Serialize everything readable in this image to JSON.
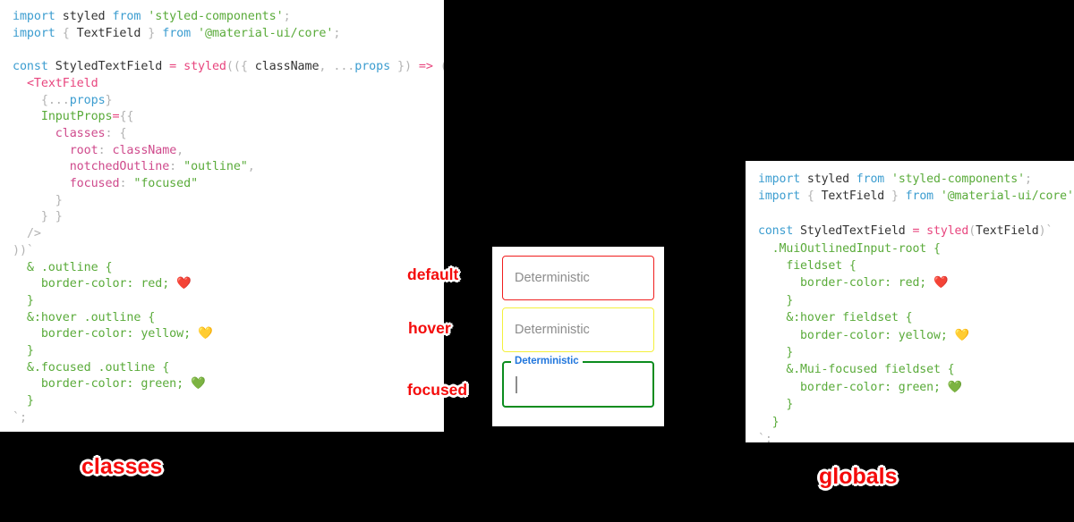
{
  "panels": {
    "classes": {
      "title": "classes",
      "lines": [
        [
          {
            "t": "import ",
            "c": "t-kw"
          },
          {
            "t": "styled",
            "c": "t-id"
          },
          {
            "t": " from ",
            "c": "t-kw"
          },
          {
            "t": "'styled-components'",
            "c": "t-str"
          },
          {
            "t": ";",
            "c": "t-punct"
          }
        ],
        [
          {
            "t": "import ",
            "c": "t-kw"
          },
          {
            "t": "{",
            "c": "t-punct"
          },
          {
            "t": " TextField ",
            "c": "t-id"
          },
          {
            "t": "}",
            "c": "t-punct"
          },
          {
            "t": " from ",
            "c": "t-kw"
          },
          {
            "t": "'@material-ui/core'",
            "c": "t-str"
          },
          {
            "t": ";",
            "c": "t-punct"
          }
        ],
        [],
        [
          {
            "t": "const ",
            "c": "t-kw"
          },
          {
            "t": "StyledTextField",
            "c": "t-id"
          },
          {
            "t": " = ",
            "c": "t-op"
          },
          {
            "t": "styled",
            "c": "t-fn"
          },
          {
            "t": "((",
            "c": "t-punct"
          },
          {
            "t": "{",
            "c": "t-punct"
          },
          {
            "t": " className",
            "c": "t-id"
          },
          {
            "t": ", ",
            "c": "t-punct"
          },
          {
            "t": "...",
            "c": "t-punct"
          },
          {
            "t": "props",
            "c": "t-kw"
          },
          {
            "t": " }",
            "c": "t-punct"
          },
          {
            "t": ")",
            "c": "t-punct"
          },
          {
            "t": " => ",
            "c": "t-op"
          },
          {
            "t": "(",
            "c": "t-punct"
          }
        ],
        [
          {
            "t": "  ",
            "c": "t-id"
          },
          {
            "t": "<TextField",
            "c": "t-tag"
          }
        ],
        [
          {
            "t": "    ",
            "c": "t-id"
          },
          {
            "t": "{",
            "c": "t-punct"
          },
          {
            "t": "...",
            "c": "t-punct"
          },
          {
            "t": "props",
            "c": "t-kw"
          },
          {
            "t": "}",
            "c": "t-punct"
          }
        ],
        [
          {
            "t": "    ",
            "c": "t-id"
          },
          {
            "t": "InputProps",
            "c": "t-prop"
          },
          {
            "t": "=",
            "c": "t-op"
          },
          {
            "t": "{{",
            "c": "t-punct"
          }
        ],
        [
          {
            "t": "      ",
            "c": "t-id"
          },
          {
            "t": "classes",
            "c": "t-key"
          },
          {
            "t": ": ",
            "c": "t-punct"
          },
          {
            "t": "{",
            "c": "t-punct"
          }
        ],
        [
          {
            "t": "        ",
            "c": "t-id"
          },
          {
            "t": "root",
            "c": "t-key"
          },
          {
            "t": ": ",
            "c": "t-punct"
          },
          {
            "t": "className",
            "c": "t-val"
          },
          {
            "t": ",",
            "c": "t-punct"
          }
        ],
        [
          {
            "t": "        ",
            "c": "t-id"
          },
          {
            "t": "notchedOutline",
            "c": "t-key"
          },
          {
            "t": ": ",
            "c": "t-punct"
          },
          {
            "t": "\"outline\"",
            "c": "t-str"
          },
          {
            "t": ",",
            "c": "t-punct"
          }
        ],
        [
          {
            "t": "        ",
            "c": "t-id"
          },
          {
            "t": "focused",
            "c": "t-key"
          },
          {
            "t": ": ",
            "c": "t-punct"
          },
          {
            "t": "\"focused\"",
            "c": "t-str"
          }
        ],
        [
          {
            "t": "      ",
            "c": "t-id"
          },
          {
            "t": "}",
            "c": "t-punct"
          }
        ],
        [
          {
            "t": "    ",
            "c": "t-id"
          },
          {
            "t": "} }",
            "c": "t-punct"
          }
        ],
        [
          {
            "t": "  ",
            "c": "t-id"
          },
          {
            "t": "/>",
            "c": "t-punct"
          }
        ],
        [
          {
            "t": "))`",
            "c": "t-punct"
          }
        ],
        [
          {
            "t": "  & .outline {",
            "c": "t-css"
          }
        ],
        [
          {
            "t": "    border-color: red; ",
            "c": "t-css"
          },
          {
            "t": "❤️",
            "c": "emoji"
          }
        ],
        [
          {
            "t": "  }",
            "c": "t-css"
          }
        ],
        [
          {
            "t": "  &:hover .outline {",
            "c": "t-css"
          }
        ],
        [
          {
            "t": "    border-color: yellow; ",
            "c": "t-css"
          },
          {
            "t": "💛",
            "c": "emoji"
          }
        ],
        [
          {
            "t": "  }",
            "c": "t-css"
          }
        ],
        [
          {
            "t": "  &.focused .outline {",
            "c": "t-css"
          }
        ],
        [
          {
            "t": "    border-color: green; ",
            "c": "t-css"
          },
          {
            "t": "💚",
            "c": "emoji"
          }
        ],
        [
          {
            "t": "  }",
            "c": "t-css"
          }
        ],
        [
          {
            "t": "`;",
            "c": "t-punct"
          }
        ]
      ]
    },
    "globals": {
      "title": "globals",
      "lines": [
        [
          {
            "t": "import ",
            "c": "t-kw"
          },
          {
            "t": "styled",
            "c": "t-id"
          },
          {
            "t": " from ",
            "c": "t-kw"
          },
          {
            "t": "'styled-components'",
            "c": "t-str"
          },
          {
            "t": ";",
            "c": "t-punct"
          }
        ],
        [
          {
            "t": "import ",
            "c": "t-kw"
          },
          {
            "t": "{",
            "c": "t-punct"
          },
          {
            "t": " TextField ",
            "c": "t-id"
          },
          {
            "t": "}",
            "c": "t-punct"
          },
          {
            "t": " from ",
            "c": "t-kw"
          },
          {
            "t": "'@material-ui/core'",
            "c": "t-str"
          },
          {
            "t": ";",
            "c": "t-punct"
          }
        ],
        [],
        [
          {
            "t": "const ",
            "c": "t-kw"
          },
          {
            "t": "StyledTextField",
            "c": "t-id"
          },
          {
            "t": " = ",
            "c": "t-op"
          },
          {
            "t": "styled",
            "c": "t-fn"
          },
          {
            "t": "(",
            "c": "t-punct"
          },
          {
            "t": "TextField",
            "c": "t-id"
          },
          {
            "t": ")`",
            "c": "t-punct"
          }
        ],
        [
          {
            "t": "  .MuiOutlinedInput-root {",
            "c": "t-css"
          }
        ],
        [
          {
            "t": "    fieldset {",
            "c": "t-css"
          }
        ],
        [
          {
            "t": "      border-color: red; ",
            "c": "t-css"
          },
          {
            "t": "❤️",
            "c": "emoji"
          }
        ],
        [
          {
            "t": "    }",
            "c": "t-css"
          }
        ],
        [
          {
            "t": "    &:hover fieldset {",
            "c": "t-css"
          }
        ],
        [
          {
            "t": "      border-color: yellow; ",
            "c": "t-css"
          },
          {
            "t": "💛",
            "c": "emoji"
          }
        ],
        [
          {
            "t": "    }",
            "c": "t-css"
          }
        ],
        [
          {
            "t": "    &.Mui-focused fieldset {",
            "c": "t-css"
          }
        ],
        [
          {
            "t": "      border-color: green; ",
            "c": "t-css"
          },
          {
            "t": "💚",
            "c": "emoji"
          }
        ],
        [
          {
            "t": "    }",
            "c": "t-css"
          }
        ],
        [
          {
            "t": "  }",
            "c": "t-css"
          }
        ],
        [
          {
            "t": "`;",
            "c": "t-punct"
          }
        ]
      ]
    }
  },
  "demo": {
    "fields": [
      {
        "state": "default",
        "text": "Deterministic",
        "border_color": "#f01e1e"
      },
      {
        "state": "hover",
        "text": "Deterministic",
        "border_color": "#f4f03c"
      },
      {
        "state": "focused",
        "label": "Deterministic",
        "text": "",
        "border_color": "#0b8c1e",
        "label_color": "#2277dd"
      }
    ]
  },
  "annotations": {
    "default": "default",
    "hover": "hover",
    "focused": "focused",
    "classes": "classes",
    "globals": "globals"
  }
}
